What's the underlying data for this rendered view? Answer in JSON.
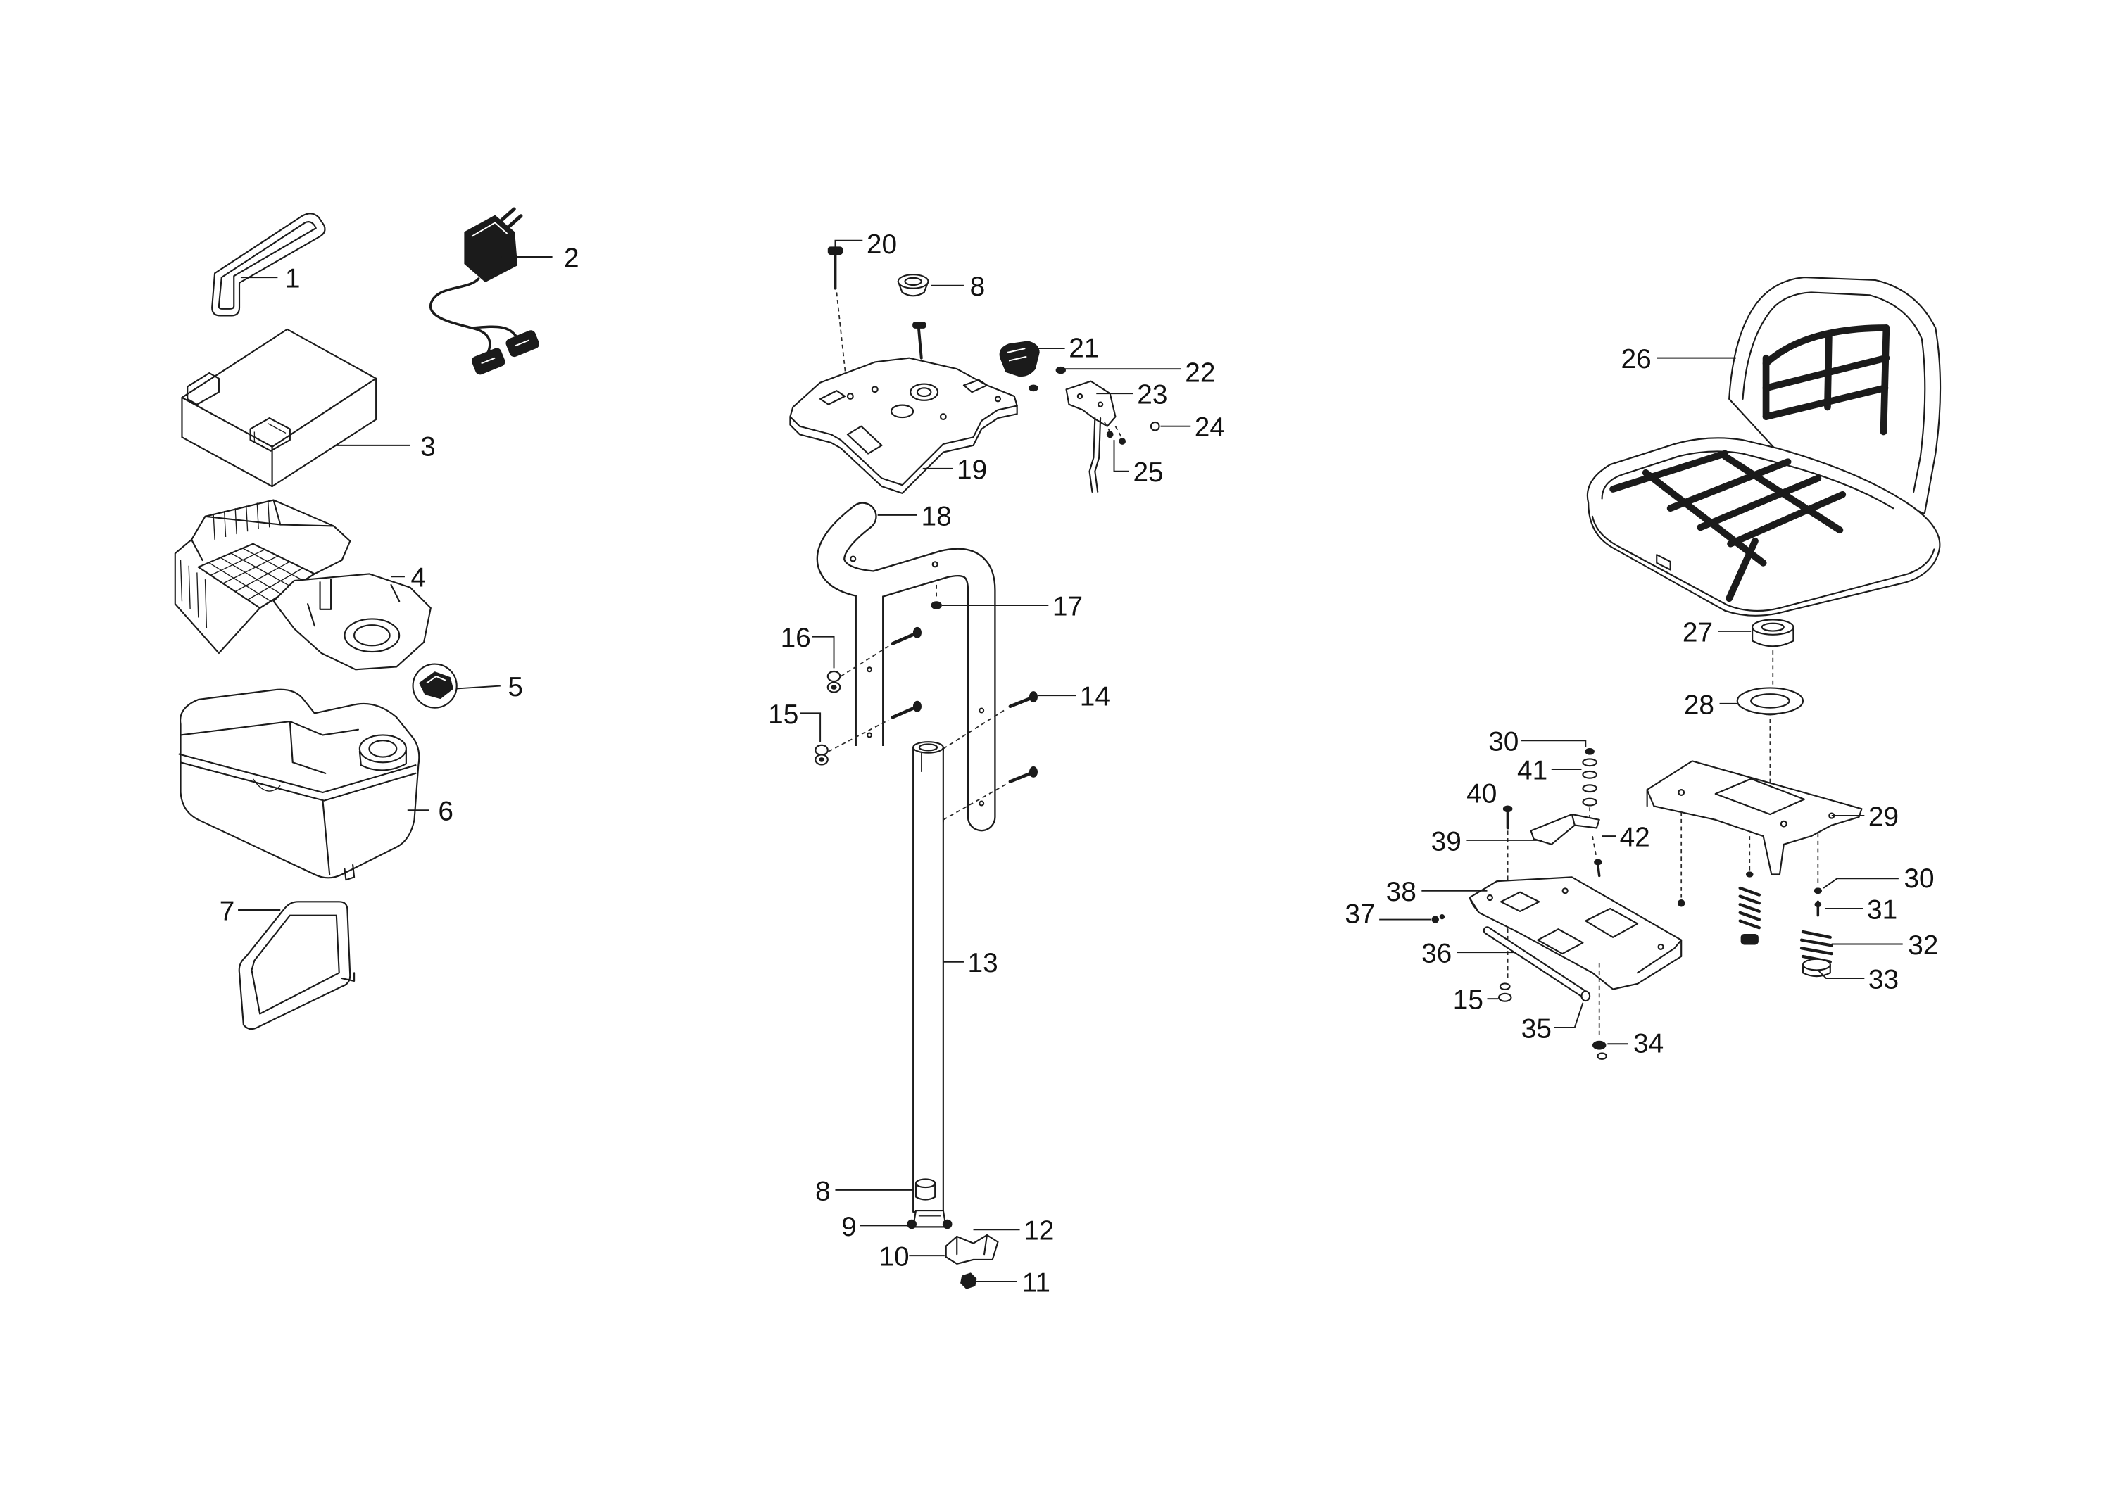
{
  "callouts_left": [
    "1",
    "2",
    "3",
    "4",
    "5",
    "6",
    "7"
  ],
  "callouts_center": [
    "20",
    "8",
    "21",
    "22",
    "23",
    "24",
    "25",
    "19",
    "18",
    "17",
    "16",
    "15",
    "14",
    "13",
    "8",
    "9",
    "12",
    "10",
    "11"
  ],
  "callouts_right": [
    "26",
    "27",
    "28",
    "29",
    "30",
    "41",
    "40",
    "39",
    "42",
    "38",
    "37",
    "36",
    "15",
    "35",
    "34",
    "30",
    "31",
    "32",
    "33"
  ]
}
